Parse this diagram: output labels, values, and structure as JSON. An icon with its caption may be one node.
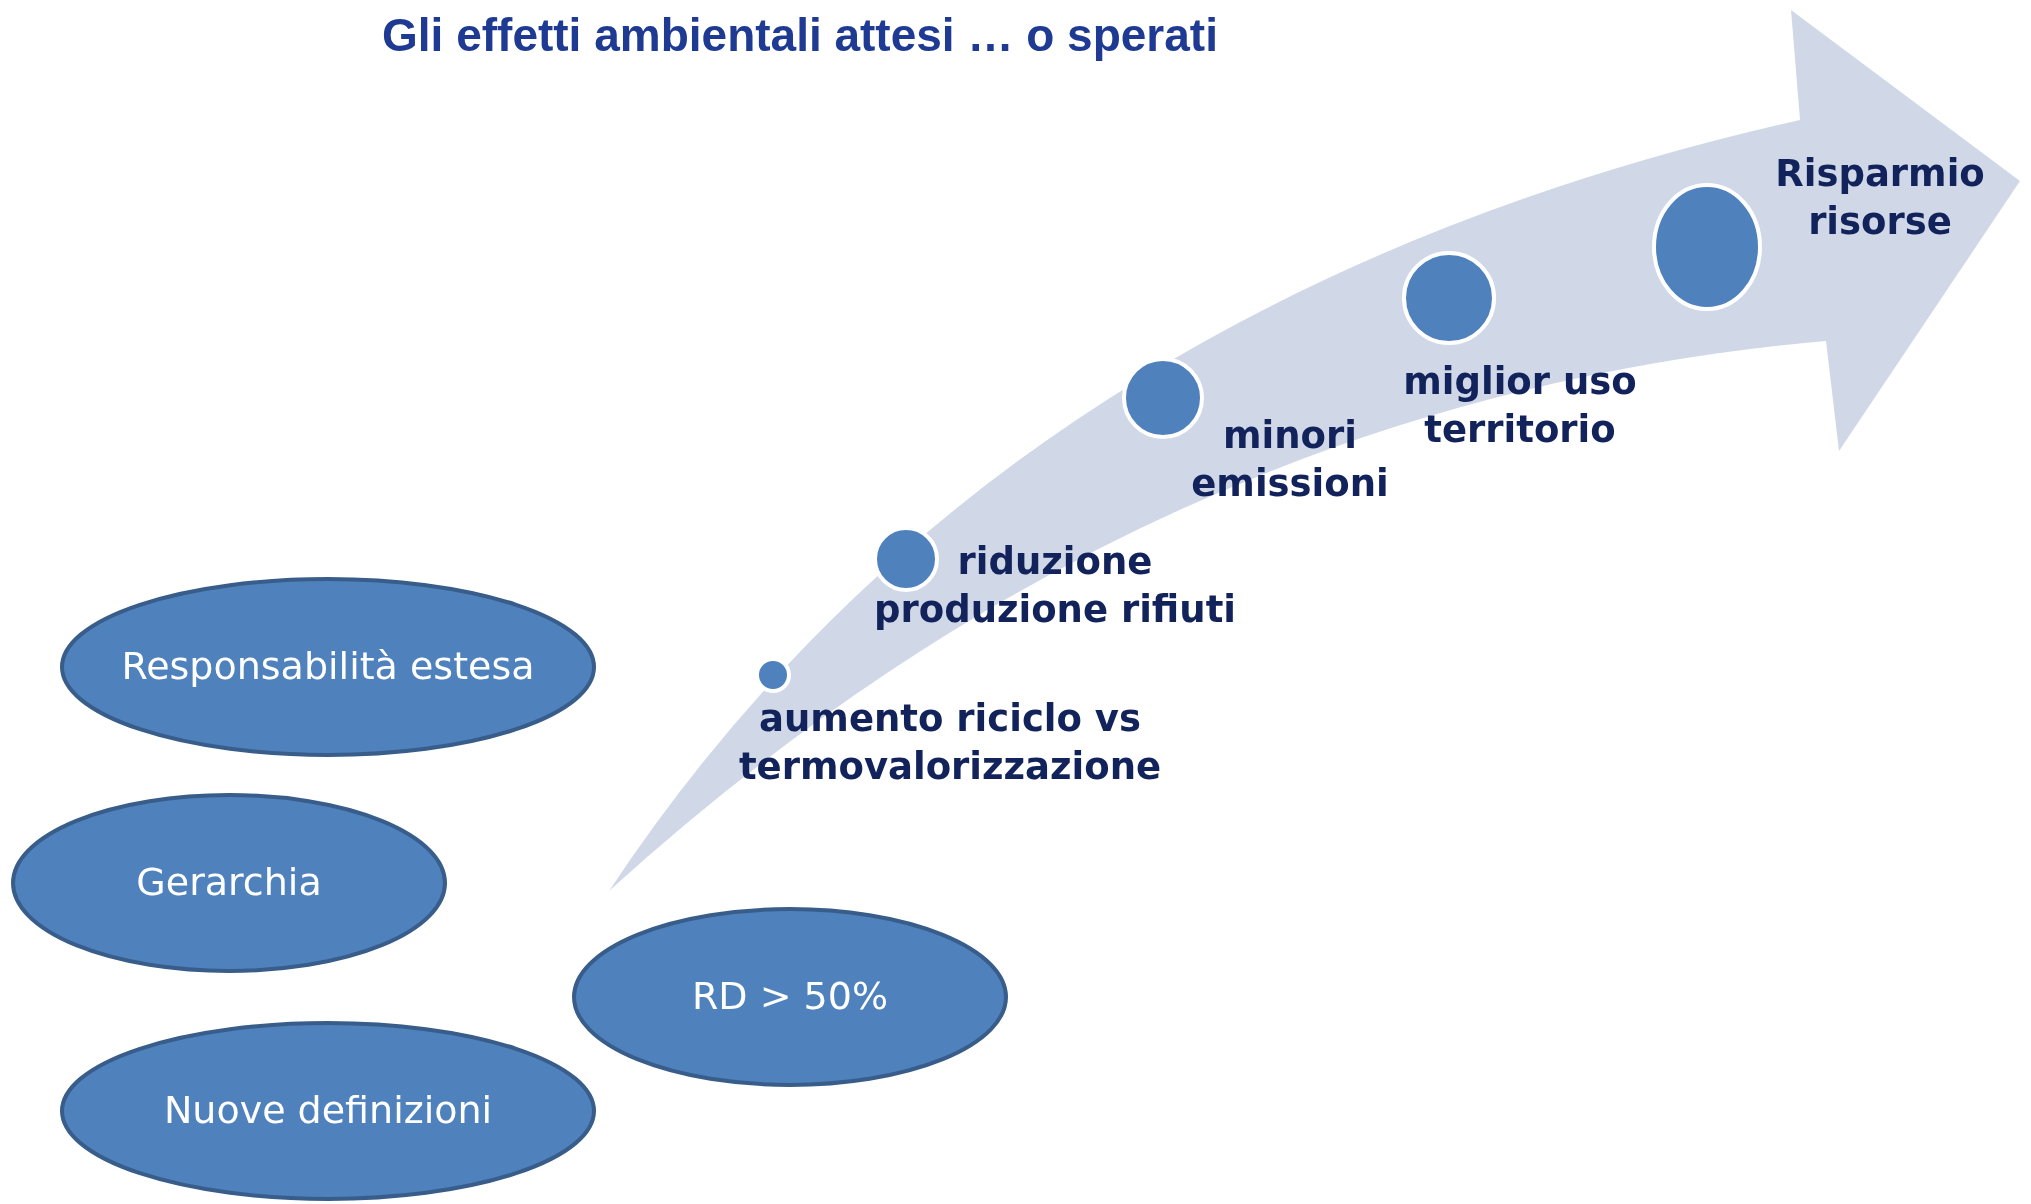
{
  "diagram": {
    "title": "Gli effetti ambientali attesi … o sperati",
    "nodes": [
      {
        "text": [
          "Responsabilità estesa"
        ]
      },
      {
        "text": [
          "Gerarchia"
        ]
      },
      {
        "text": [
          "Nuove definizioni"
        ]
      },
      {
        "text": [
          "RD > 50%"
        ]
      },
      {
        "text": [],
        "shape": "circle",
        "beside": [
          "aumento riciclo vs termovalorizzazione"
        ]
      },
      {
        "text": [],
        "shape": "circle",
        "beside": [
          "riduzione produzione rifiuti"
        ]
      },
      {
        "text": [],
        "shape": "circle",
        "beside": [
          "minori emissioni"
        ]
      },
      {
        "text": [],
        "shape": "circle",
        "beside": [
          "miglior uso territorio"
        ]
      },
      {
        "text": [],
        "shape": "circle",
        "beside": [
          "Risparmio risorse"
        ]
      }
    ]
  }
}
